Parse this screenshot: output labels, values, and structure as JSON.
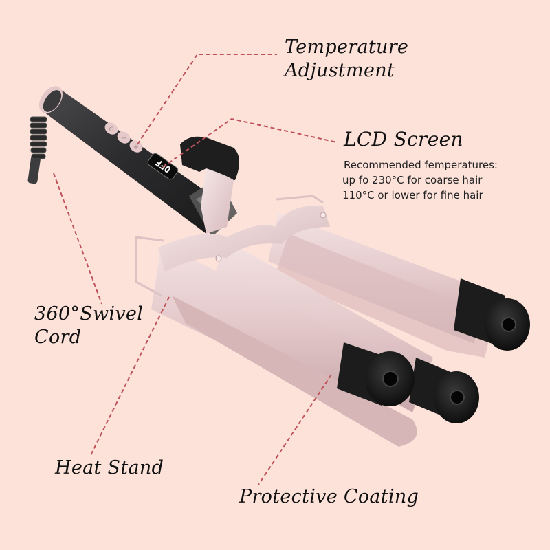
{
  "background_color": "#FDE2DA",
  "leader_line_color": "#C0525A",
  "product": {
    "name": "triple-barrel-hair-waver",
    "handle_color": "#2E2E30",
    "barrel_color": "#E7CFD0",
    "tip_color": "#1A1A1A",
    "buttons": [
      {
        "icon": "power-icon",
        "glyph": "⏻"
      },
      {
        "icon": "minus-icon",
        "glyph": "−"
      },
      {
        "icon": "plus-icon",
        "glyph": "+"
      }
    ],
    "lcd_text": "OFF"
  },
  "callouts": {
    "temperature": {
      "line1": "Temperature",
      "line2": "Adjustment"
    },
    "lcd": {
      "title": "LCD Screen",
      "desc": [
        "Recommended femperatures:",
        "up fo 230°C for coarse hair",
        "110°C or lower for fine hair"
      ]
    },
    "swivel": {
      "line1": "360°Swivel",
      "line2": "Cord"
    },
    "heat_stand": {
      "title": "Heat Stand"
    },
    "coating": {
      "title": "Protective Coating"
    }
  }
}
